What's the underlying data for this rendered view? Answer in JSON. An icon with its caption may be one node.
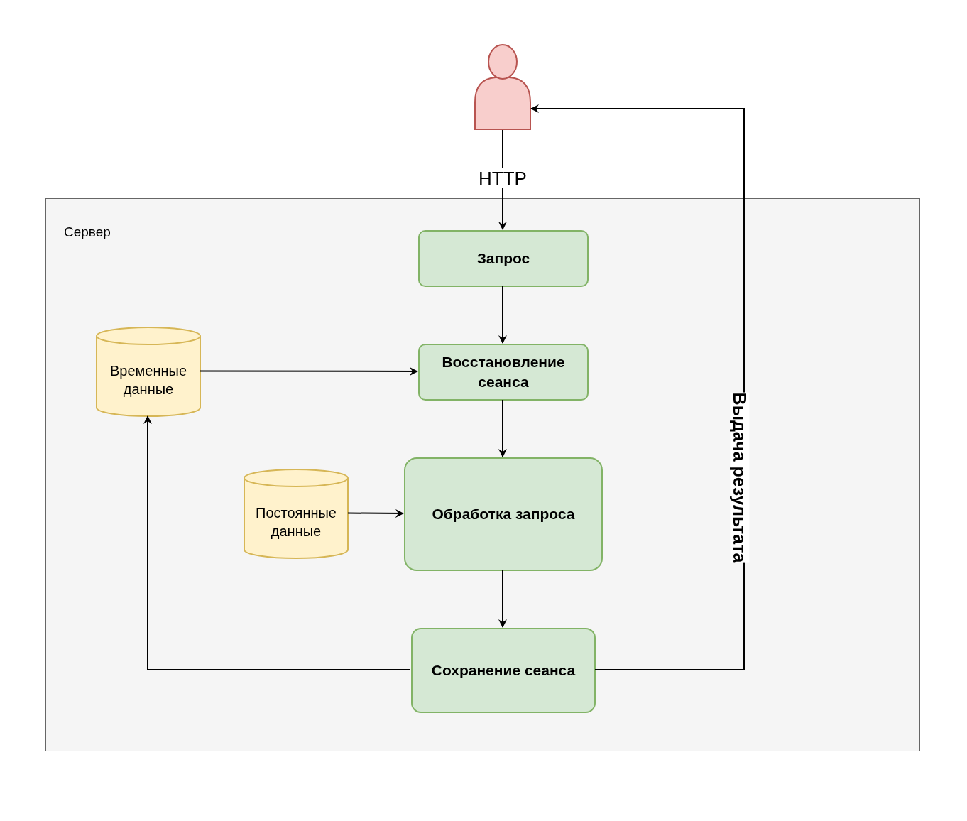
{
  "diagram": {
    "nodes": [
      {
        "text": [],
        "shape": "person"
      },
      {
        "text": [
          "Сервер"
        ]
      },
      {
        "text": [
          "Запрос"
        ],
        "in": 1
      },
      {
        "text": [
          "Восстановление сеанса"
        ],
        "in": 1
      },
      {
        "text": [
          "Временные данные"
        ],
        "in": 1
      },
      {
        "text": [
          "Постоянные данные"
        ],
        "in": 1
      },
      {
        "text": [
          "Обработка запроса"
        ],
        "in": 1
      },
      {
        "text": [
          "Сохранение сеанса"
        ],
        "in": 1
      }
    ],
    "edges": [
      {
        "from": 0,
        "to": 2,
        "arrow": "to",
        "label": "HTTP"
      },
      {
        "from": 2,
        "to": 3,
        "arrow": "to"
      },
      {
        "from": 4,
        "to": 3,
        "arrow": "to"
      },
      {
        "from": 3,
        "to": 6,
        "arrow": "to"
      },
      {
        "from": 5,
        "to": 6,
        "arrow": "to"
      },
      {
        "from": 6,
        "to": 7,
        "arrow": "to"
      },
      {
        "from": 7,
        "to": 4,
        "arrow": "to"
      },
      {
        "from": 7,
        "to": 0,
        "arrow": "to",
        "label": "Выдача результата"
      }
    ]
  }
}
